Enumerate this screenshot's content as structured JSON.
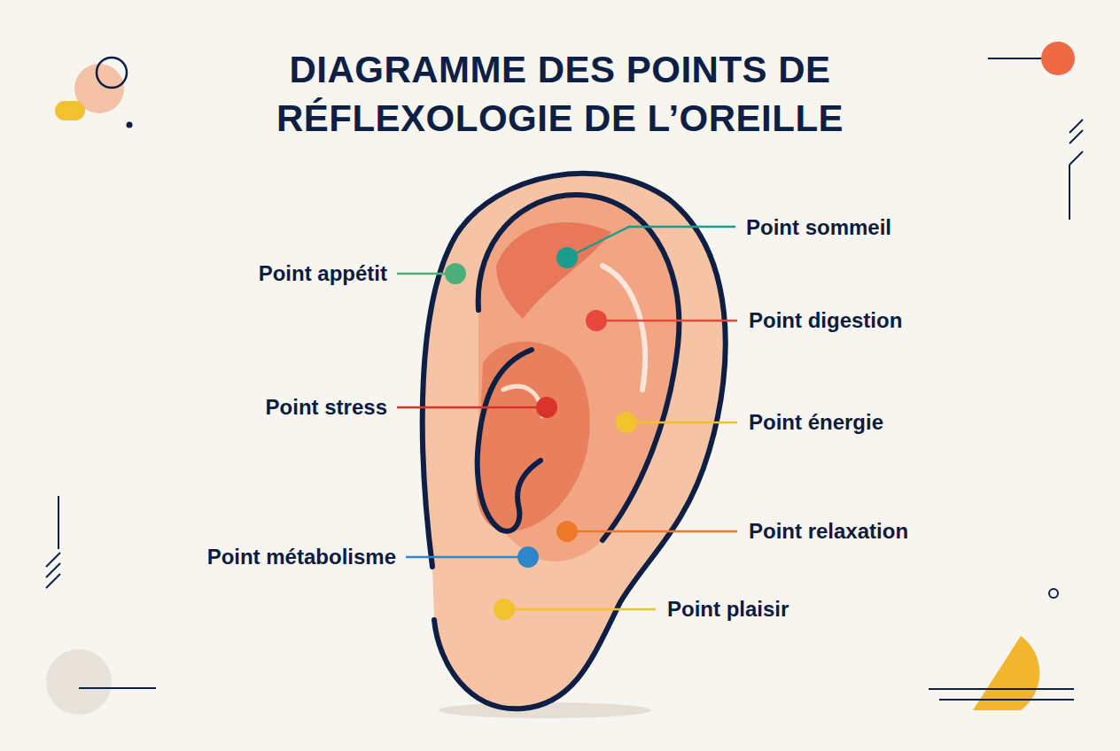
{
  "diagram": {
    "title": "DIAGRAMME DES POINTS DE RÉFLEXOLOGIE DE L’OREILLE",
    "labels": [
      "Point sommeil",
      "Point appétit",
      "Point digestion",
      "Point stress",
      "Point énergie",
      "Point relaxation",
      "Point métabolisme",
      "Point plaisir"
    ]
  }
}
